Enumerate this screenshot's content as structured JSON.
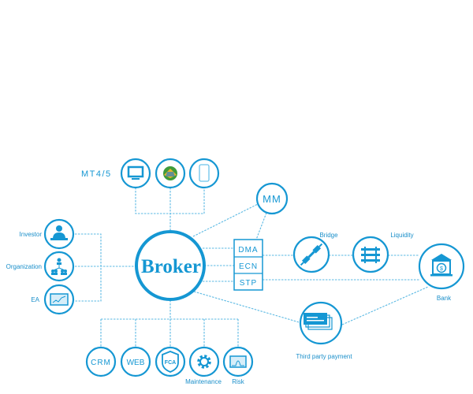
{
  "center": {
    "label": "Broker"
  },
  "platforms": {
    "label": "MT4/5",
    "items": [
      "desktop-icon",
      "metatrader-logo",
      "mobile-icon"
    ]
  },
  "clients": [
    {
      "label": "Investor",
      "icon": "investor-icon"
    },
    {
      "label": "Organization",
      "icon": "organization-icon"
    },
    {
      "label": "EA",
      "icon": "chart-icon"
    }
  ],
  "mm": {
    "label": "MM"
  },
  "execution": {
    "rows": [
      "DMA",
      "ECN",
      "STP"
    ]
  },
  "bridge": {
    "label": "Bridge"
  },
  "liquidity": {
    "label": "Liquidity"
  },
  "bank": {
    "label": "Bank"
  },
  "payment": {
    "label": "Third party payment"
  },
  "services": {
    "crm": "CRM",
    "web": "WEB",
    "fca": "FCA",
    "maintenance": "Maintenance",
    "risk": "Risk"
  },
  "colors": {
    "primary": "#1597d3",
    "line": "#5bb9e3"
  }
}
